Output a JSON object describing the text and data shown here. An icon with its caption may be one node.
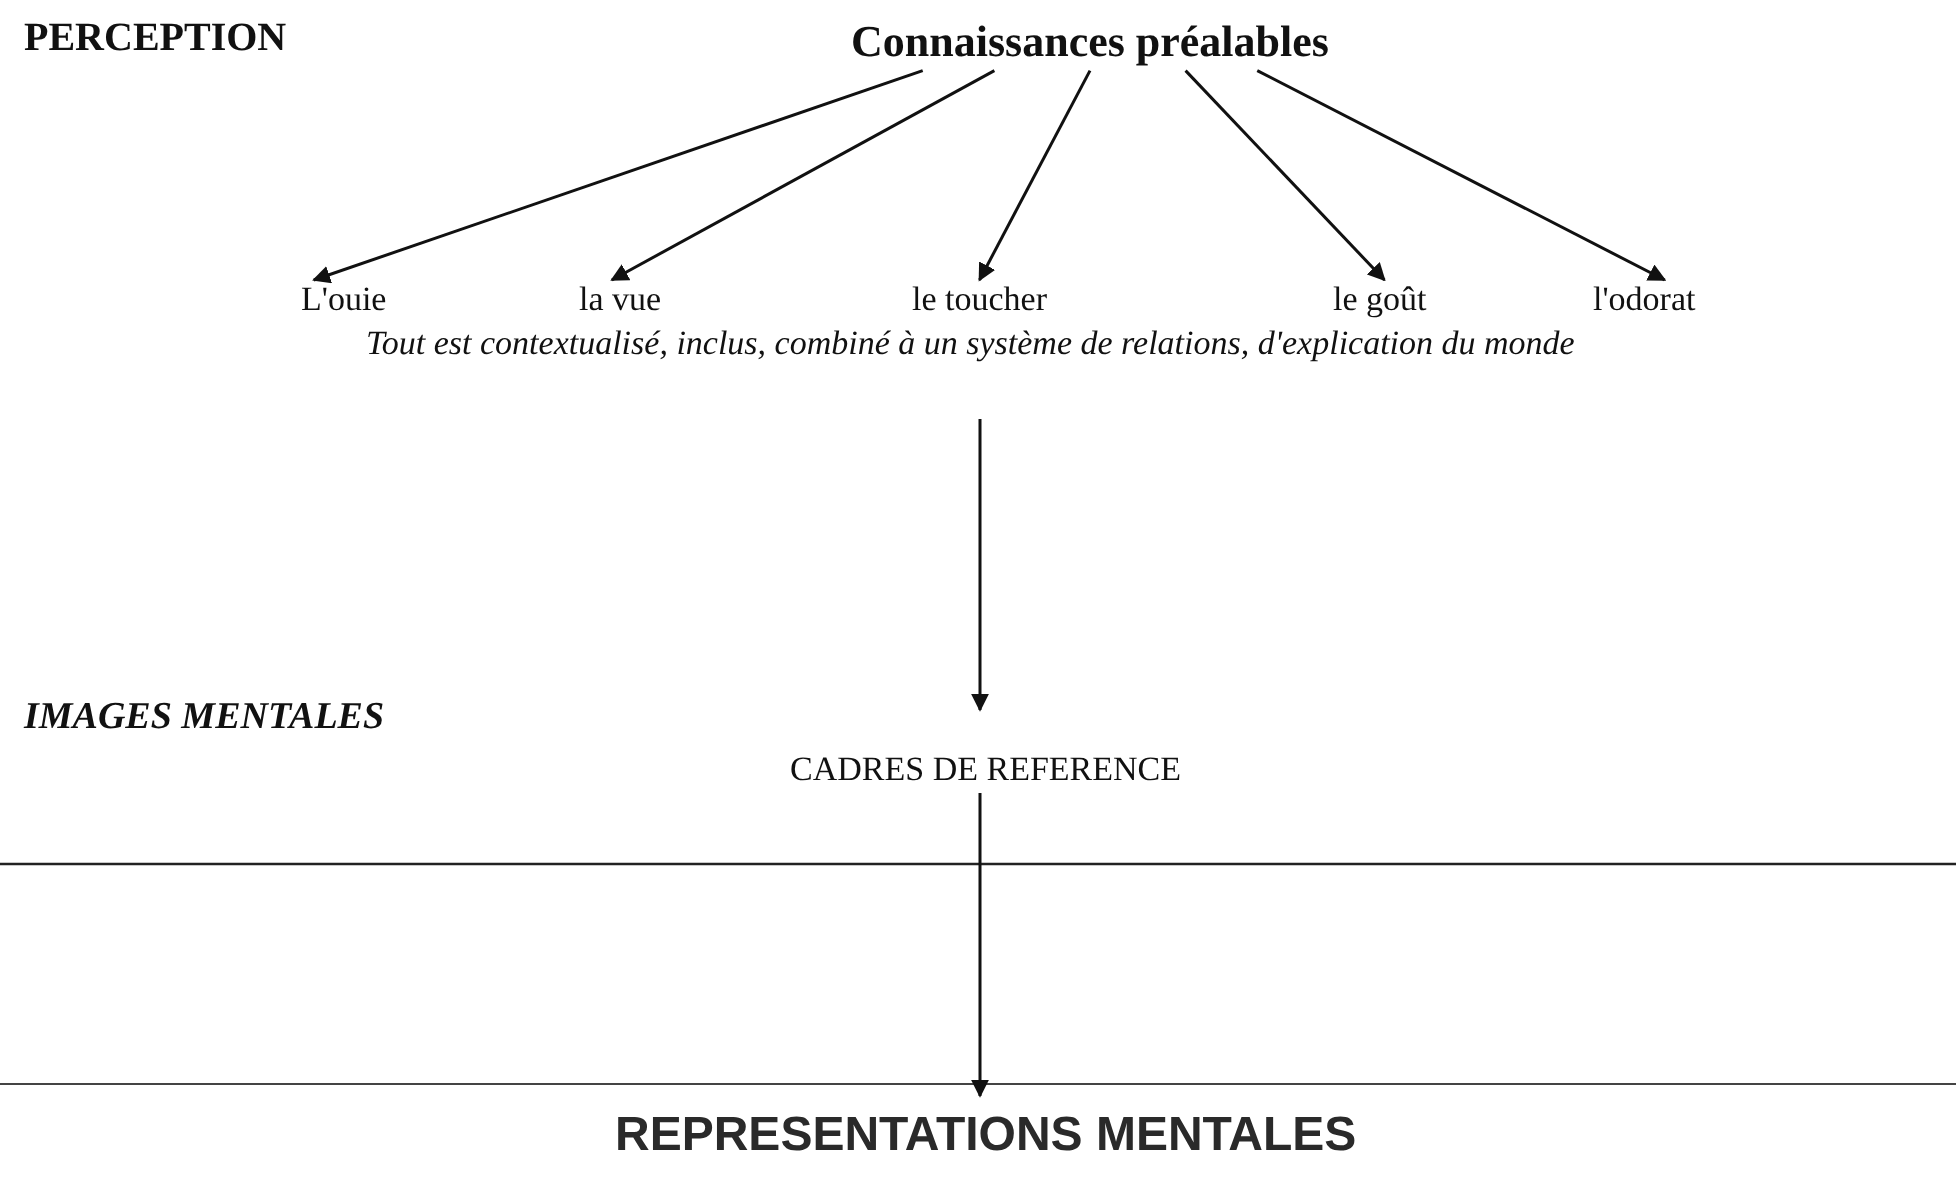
{
  "diagram": {
    "nodes": [
      {
        "text": [
          "Connaissances préalables"
        ]
      },
      {
        "text": [
          "L'ouie"
        ]
      },
      {
        "text": [
          "la vue"
        ]
      },
      {
        "text": [
          "le toucher"
        ]
      },
      {
        "text": [
          "le goût"
        ]
      },
      {
        "text": [
          "l'odorat"
        ]
      },
      {
        "text": [
          "Tout est contextualisé, inclus, combiné à un système de relations, d'explication du monde"
        ]
      },
      {
        "text": [
          "CADRES DE REFERENCE"
        ]
      },
      {
        "text": [
          "REPRESENTATIONS MENTALES"
        ]
      }
    ],
    "edges": [
      {
        "from": 0,
        "to": 1,
        "arrow": "to"
      },
      {
        "from": 0,
        "to": 2,
        "arrow": "to"
      },
      {
        "from": 0,
        "to": 3,
        "arrow": "to"
      },
      {
        "from": 0,
        "to": 4,
        "arrow": "to"
      },
      {
        "from": 0,
        "to": 5,
        "arrow": "to"
      },
      {
        "from": 6,
        "to": 7,
        "arrow": "to"
      },
      {
        "from": 7,
        "to": 8,
        "arrow": "to"
      }
    ],
    "labels": [
      "PERCEPTION",
      "IMAGES MENTALES"
    ]
  }
}
